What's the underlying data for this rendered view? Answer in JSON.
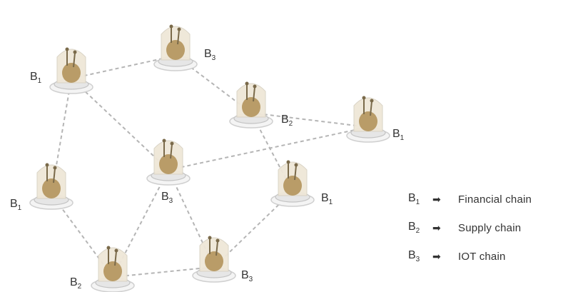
{
  "nodes": [
    {
      "id": "n1",
      "label": "B",
      "sub": "1"
    },
    {
      "id": "n2",
      "label": "B",
      "sub": "3"
    },
    {
      "id": "n3",
      "label": "B",
      "sub": "2"
    },
    {
      "id": "n4",
      "label": "B",
      "sub": "1"
    },
    {
      "id": "n5",
      "label": "B",
      "sub": "3"
    },
    {
      "id": "n6",
      "label": "B",
      "sub": "1"
    },
    {
      "id": "n7",
      "label": "B",
      "sub": "1"
    },
    {
      "id": "n8",
      "label": "B",
      "sub": "2"
    },
    {
      "id": "n9",
      "label": "B",
      "sub": "3"
    }
  ],
  "edges": [
    [
      "n1",
      "n2"
    ],
    [
      "n2",
      "n3"
    ],
    [
      "n3",
      "n4"
    ],
    [
      "n1",
      "n5"
    ],
    [
      "n1",
      "n7"
    ],
    [
      "n5",
      "n4"
    ],
    [
      "n3",
      "n6"
    ],
    [
      "n5",
      "n8"
    ],
    [
      "n5",
      "n9"
    ],
    [
      "n7",
      "n8"
    ],
    [
      "n8",
      "n9"
    ],
    [
      "n6",
      "n9"
    ]
  ],
  "legend": [
    {
      "key": "B",
      "sub": "1",
      "arrow": "➡",
      "text": "Financial chain"
    },
    {
      "key": "B",
      "sub": "2",
      "arrow": "➡",
      "text": "Supply chain"
    },
    {
      "key": "B",
      "sub": "3",
      "arrow": "➡",
      "text": "IOT chain"
    }
  ],
  "colors": {
    "edge": "#b5b5b5",
    "base": "#e6e6e6",
    "dome": "#efe7d8",
    "core": "#b99c68"
  },
  "icon": "blockchain-node-icon"
}
